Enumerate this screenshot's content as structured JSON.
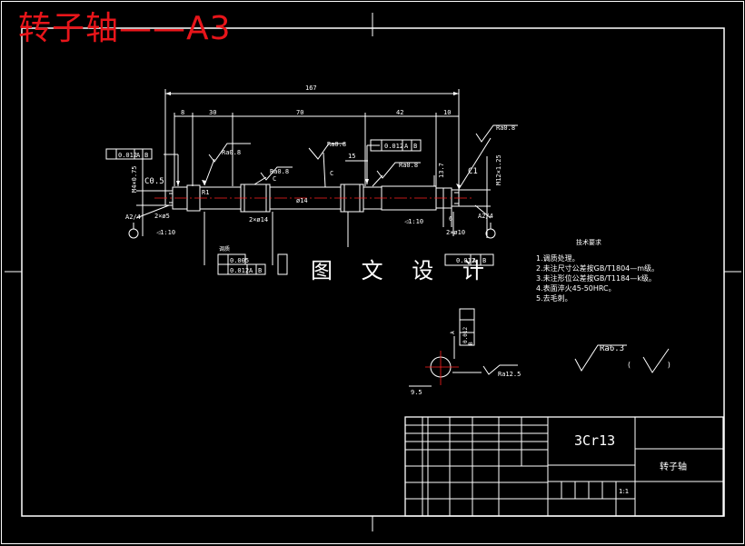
{
  "sheet": {
    "title_overlay": "转子轴——A3",
    "stamp": "图 文 设 计"
  },
  "dimensions": {
    "overall": "167",
    "d1": "8",
    "d2": "30",
    "d3": "70",
    "d4": "42",
    "d5": "10",
    "d15": "15",
    "chamfer_left": "C0.5",
    "chamfer_right": "C1",
    "c_left": "C",
    "c_mid": "C",
    "r1": "R1",
    "groove_left": "2×ø5",
    "groove_mid": "2×ø14",
    "groove_right": "2×ø10",
    "center_left": "A2/4",
    "center_right": "A2/4",
    "taper_left": "◁1:10",
    "taper_right": "◁1:10",
    "dia_left": "M4×0.75",
    "dia_right": "M12×1.25",
    "dia_mid": "ø14",
    "six": "6",
    "hole_dia": "9.5",
    "side_h": "13.7"
  },
  "surface_finish": {
    "ra1": "Ra0.8",
    "ra2": "Ra0.8",
    "ra3": "Ra0.8",
    "ra4": "Ra0.8",
    "ra5": "Ra0.8",
    "ra_section": "Ra12.5",
    "ra_general": "Ra6.3"
  },
  "tolerance_frames": {
    "f1": [
      "0.012",
      "A",
      "B"
    ],
    "f2": [
      "0.012",
      "A",
      "B"
    ],
    "f3": [
      "0.012",
      "A",
      "B"
    ],
    "f4": [
      "0.012",
      "A",
      "B"
    ],
    "f5": [
      "0.005"
    ],
    "f6": [
      "0.012",
      "A",
      "B"
    ],
    "section_label": "调质"
  },
  "notes": {
    "title": "技术要求",
    "items": [
      "1.调质处理。",
      "2.未注尺寸公差按GB/T1804—m级。",
      "3.未注形位公差按GB/T1184—k级。",
      "4.表面淬火45-50HRC。",
      "5.去毛刺。"
    ]
  },
  "title_block": {
    "material": "3Cr13",
    "part_name": "转子轴",
    "scale": "1:1"
  },
  "colors": {
    "background": "#000000",
    "lines": "#ffffff",
    "title_overlay": "#e8151a",
    "centerline": "#ff2020"
  }
}
